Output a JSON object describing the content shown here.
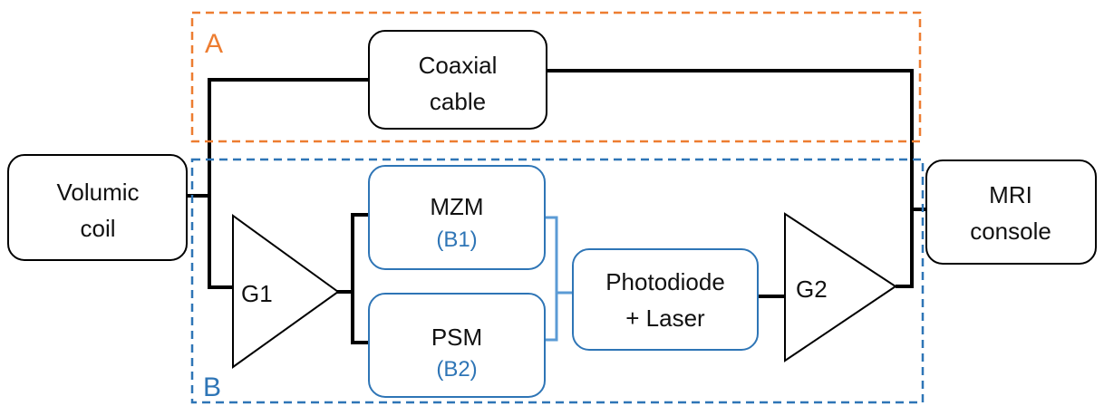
{
  "colors": {
    "region_a": "#ED7D31",
    "region_b": "#2E75B6",
    "optical_box": "#2E75B6",
    "optical_wire": "#5B9BD5",
    "wire": "#000000"
  },
  "regions": {
    "a": {
      "label": "A"
    },
    "b": {
      "label": "B"
    }
  },
  "nodes": {
    "coax": {
      "line1": "Coaxial",
      "line2": "cable"
    },
    "coil": {
      "line1": "Volumic",
      "line2": "coil"
    },
    "mri": {
      "line1": "MRI",
      "line2": "console"
    },
    "mzm": {
      "label": "MZM",
      "sub": "(B1)"
    },
    "psm": {
      "label": "PSM",
      "sub": "(B2)"
    },
    "photodiode": {
      "line1": "Photodiode",
      "line2": "+ Laser"
    }
  },
  "amplifiers": {
    "g1": {
      "label": "G1"
    },
    "g2": {
      "label": "G2"
    }
  }
}
